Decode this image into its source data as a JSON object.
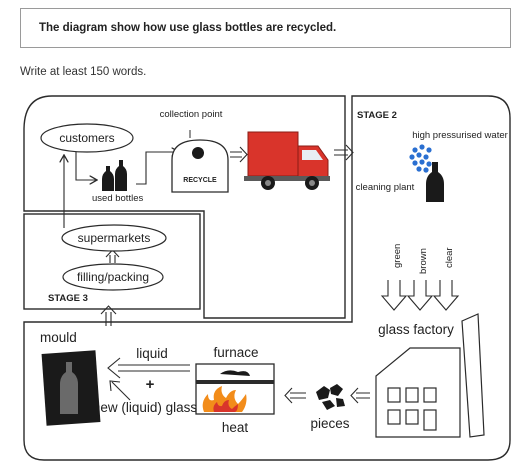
{
  "task": {
    "title": "The diagram show how use glass bottles are recycled.",
    "instruction": "Write at least 150 words."
  },
  "diagram": {
    "stages": {
      "stage2": "STAGE 2",
      "stage3": "STAGE 3"
    },
    "labels": {
      "collection_point": "collection point",
      "customers": "customers",
      "used_bottles": "used bottles",
      "recycle_bin": "RECYCLE",
      "high_pressurised_water": "high pressurised water",
      "cleaning_plant": "cleaning plant",
      "supermarkets": "supermarkets",
      "filling_packing": "filling/packing",
      "green": "green",
      "brown": "brown",
      "clear": "clear",
      "glass_factory": "glass factory",
      "mould": "mould",
      "liquid": "liquid",
      "plus": "+",
      "new_liquid_glass": "new (liquid) glass",
      "furnace": "furnace",
      "heat": "heat",
      "pieces": "pieces"
    },
    "colors": {
      "truck": "#d9342b",
      "water": "#2a6fd1",
      "flame": "#f28c1a",
      "line": "#2b2b2b"
    }
  }
}
